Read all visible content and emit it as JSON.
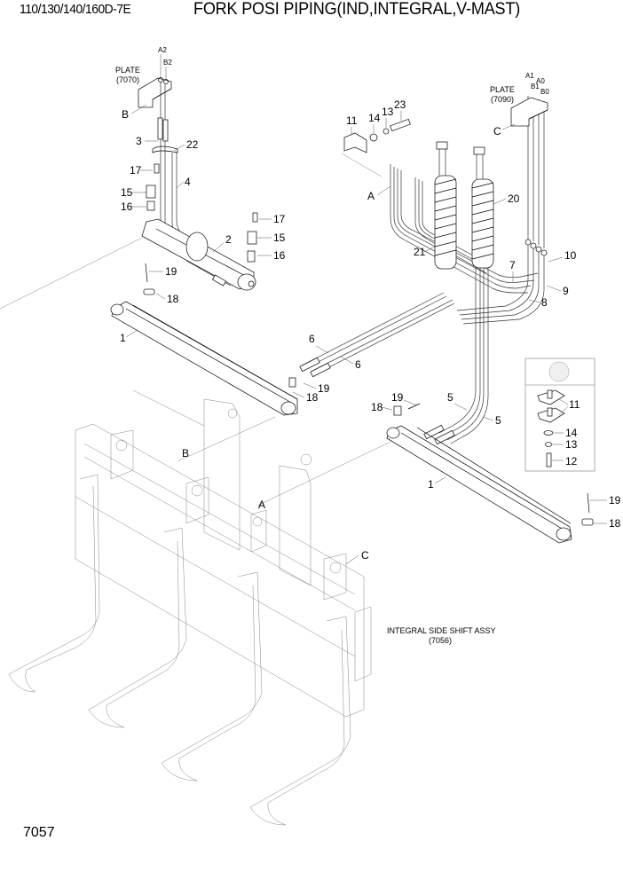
{
  "header": {
    "model": "110/130/140/160D-7E",
    "title": "FORK POSI PIPING(IND,INTEGRAL,V-MAST)"
  },
  "page_number": "7057",
  "references": {
    "plate_left": {
      "label": "PLATE",
      "code": "(7070)",
      "ports": [
        "A2",
        "B2"
      ],
      "ref_letter": "B"
    },
    "plate_right": {
      "label": "PLATE",
      "code": "(7090)",
      "ports": [
        "A1",
        "A0",
        "B1",
        "B0"
      ],
      "ref_letter": "C"
    },
    "assembly": {
      "label": "INTEGRAL SIDE SHIFT ASSY",
      "code": "(7056)"
    },
    "ref_letters": [
      "A",
      "B",
      "C"
    ]
  },
  "callouts": {
    "c1a": "1",
    "c1b": "1",
    "c2": "2",
    "c3": "3",
    "c4": "4",
    "c5a": "5",
    "c5b": "5",
    "c6a": "6",
    "c6b": "6",
    "c7": "7",
    "c8": "8",
    "c9": "9",
    "c10": "10",
    "c11a": "11",
    "c11b": "11",
    "c12": "12",
    "c13a": "13",
    "c13b": "13",
    "c14a": "14",
    "c14b": "14",
    "c15a": "15",
    "c15b": "15",
    "c16a": "16",
    "c16b": "16",
    "c17a": "17",
    "c17b": "17",
    "c18a": "18",
    "c18b": "18",
    "c18c": "18",
    "c18d": "18",
    "c19a": "19",
    "c19b": "19",
    "c19c": "19",
    "c19d": "19",
    "c20": "20",
    "c21": "21",
    "c22": "22",
    "c23": "23"
  },
  "inset": {
    "name": "clamp-kit-detail",
    "parts": [
      "11",
      "14",
      "13",
      "12"
    ]
  }
}
